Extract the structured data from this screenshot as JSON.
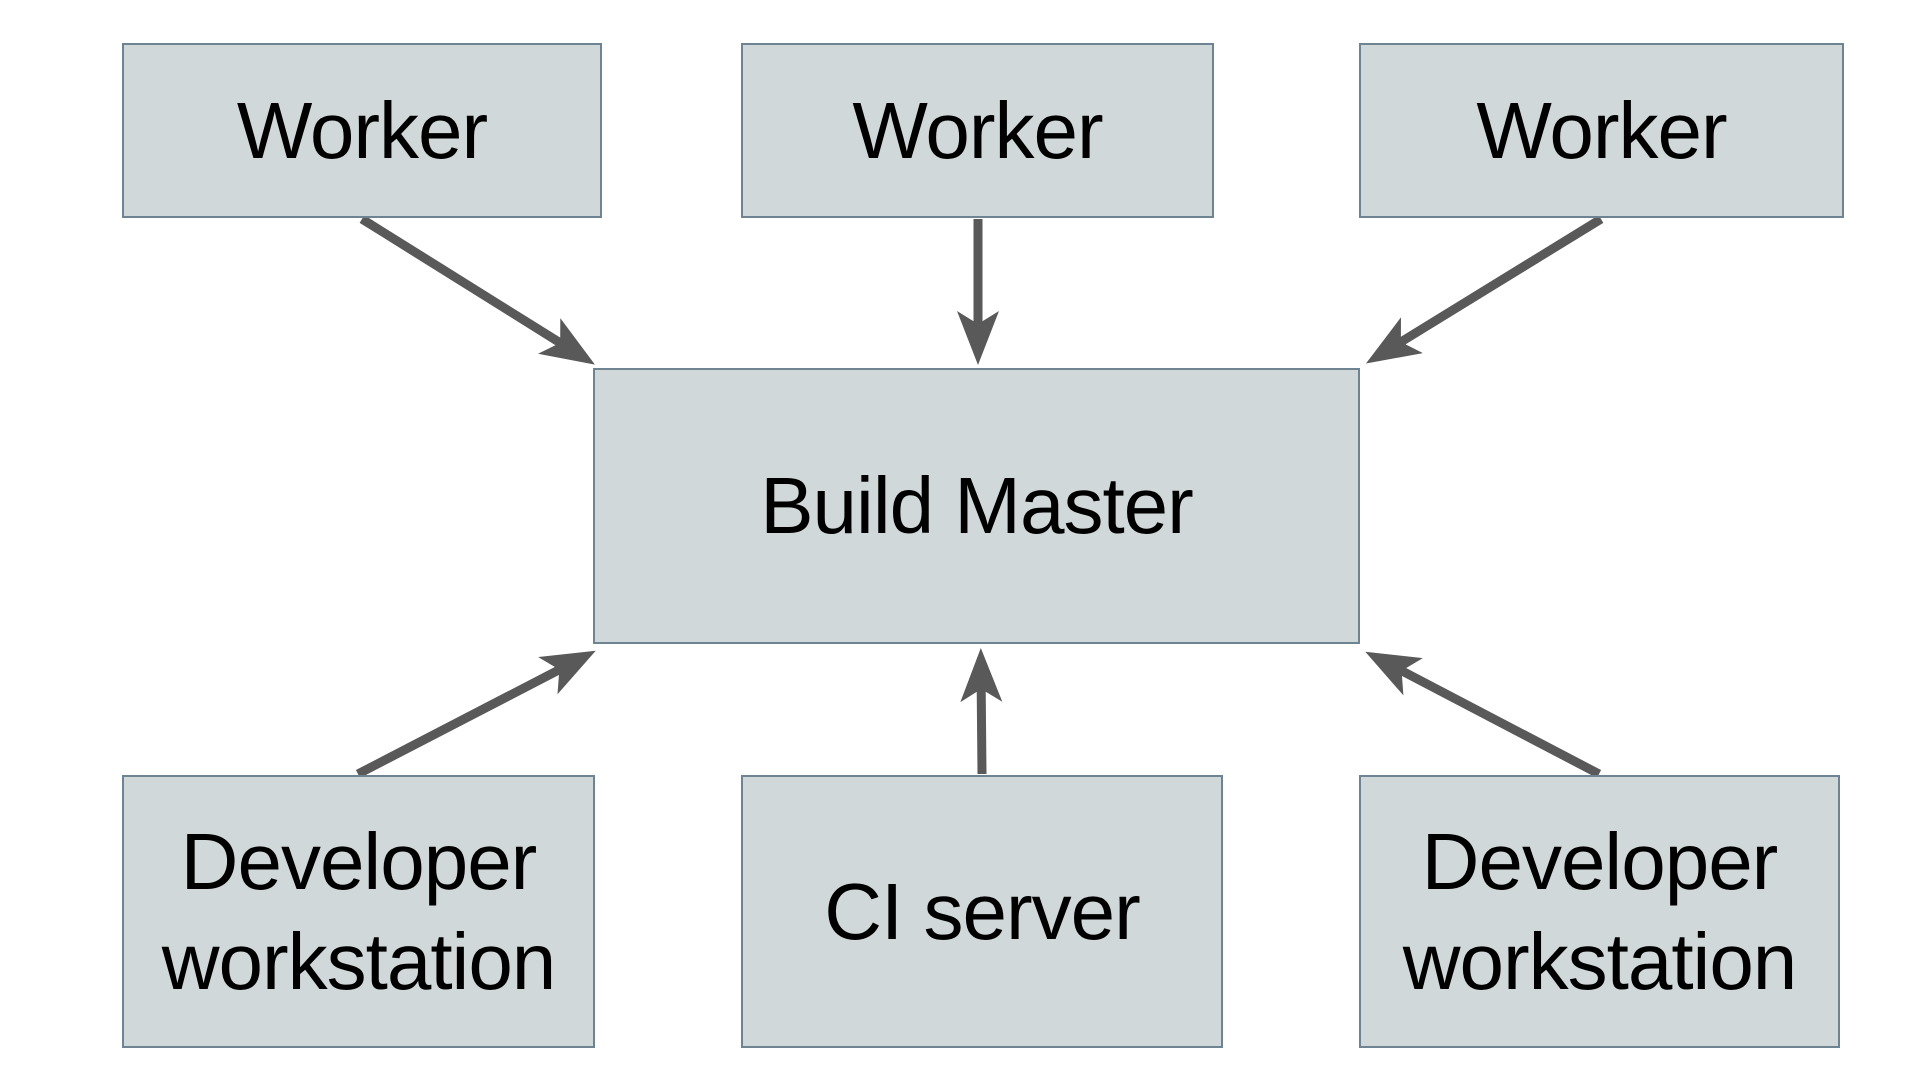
{
  "diagram": {
    "nodes": [
      {
        "id": "worker-1",
        "label": "Worker"
      },
      {
        "id": "worker-2",
        "label": "Worker"
      },
      {
        "id": "worker-3",
        "label": "Worker"
      },
      {
        "id": "build-master",
        "label": "Build Master"
      },
      {
        "id": "dev-workstation-left",
        "label": "Developer workstation"
      },
      {
        "id": "ci-server",
        "label": "CI server"
      },
      {
        "id": "dev-workstation-right",
        "label": "Developer workstation"
      }
    ],
    "edges": [
      {
        "from": "worker-1",
        "to": "build-master"
      },
      {
        "from": "worker-2",
        "to": "build-master"
      },
      {
        "from": "worker-3",
        "to": "build-master"
      },
      {
        "from": "dev-workstation-left",
        "to": "build-master"
      },
      {
        "from": "ci-server",
        "to": "build-master"
      },
      {
        "from": "dev-workstation-right",
        "to": "build-master"
      }
    ],
    "colors": {
      "background": "#ffffff",
      "node_fill": "#d1d8da",
      "node_border": "#6e8492",
      "arrow": "#595959",
      "text": "#000000"
    }
  }
}
